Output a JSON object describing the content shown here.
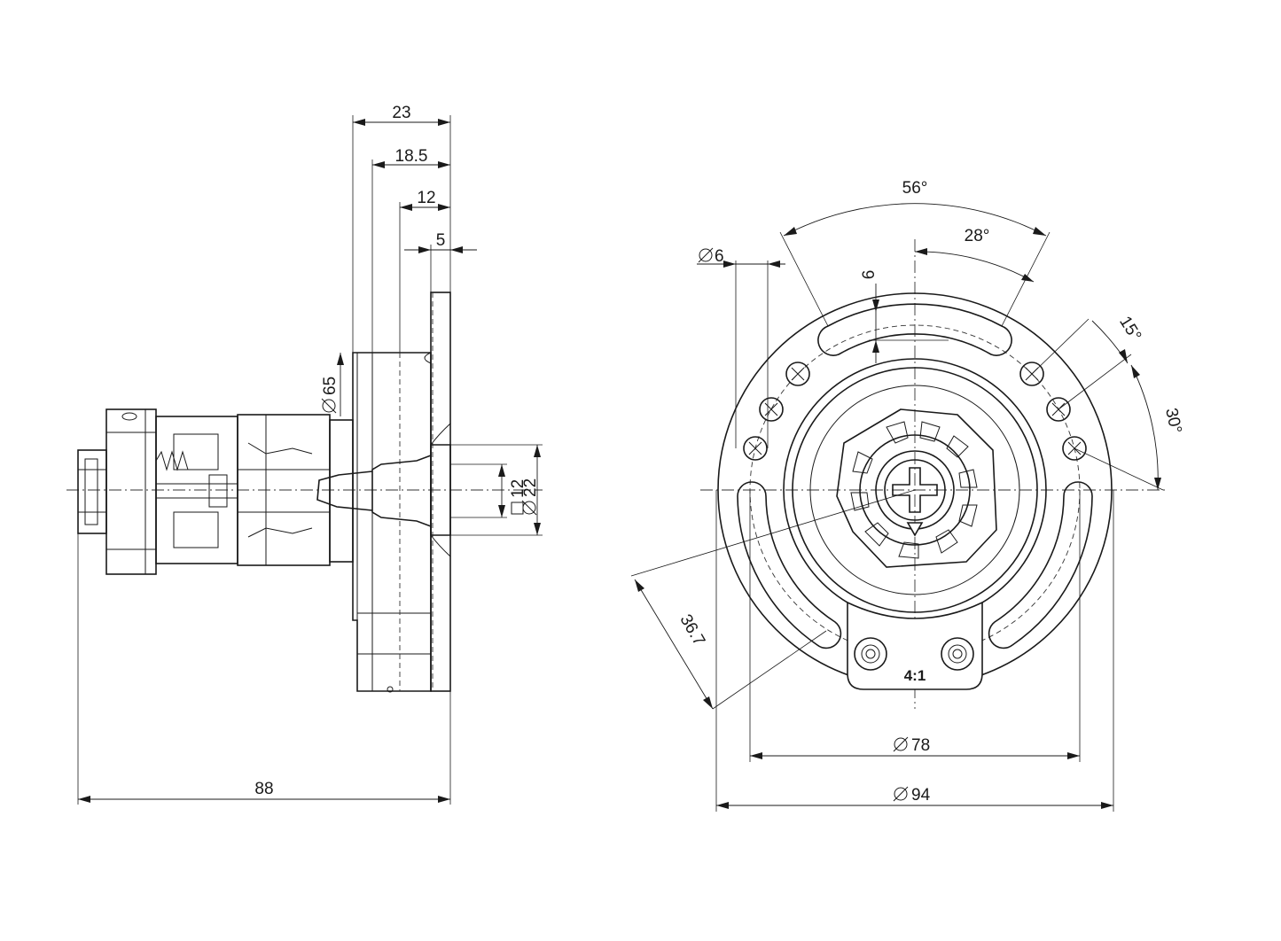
{
  "side_view": {
    "dim_flange_depth": "23",
    "dim_seat_depth": "18.5",
    "dim_hub_depth": "12",
    "dim_flange_thickness": "5",
    "dim_body_diameter": "65",
    "dim_square_drive": "12",
    "dim_shaft_diameter": "22",
    "dim_overall_length": "88"
  },
  "front_view": {
    "dim_hole_diameter": "6",
    "dim_slot_offset": "6",
    "dim_slot_angle": "56°",
    "dim_slot_half_angle": "28°",
    "dim_hole_pitch_angle": "15°",
    "dim_hole_start_angle": "30°",
    "dim_radius": "36.7",
    "dim_pitch_diameter": "78",
    "dim_outer_diameter": "94",
    "ratio_marking": "4:1"
  }
}
